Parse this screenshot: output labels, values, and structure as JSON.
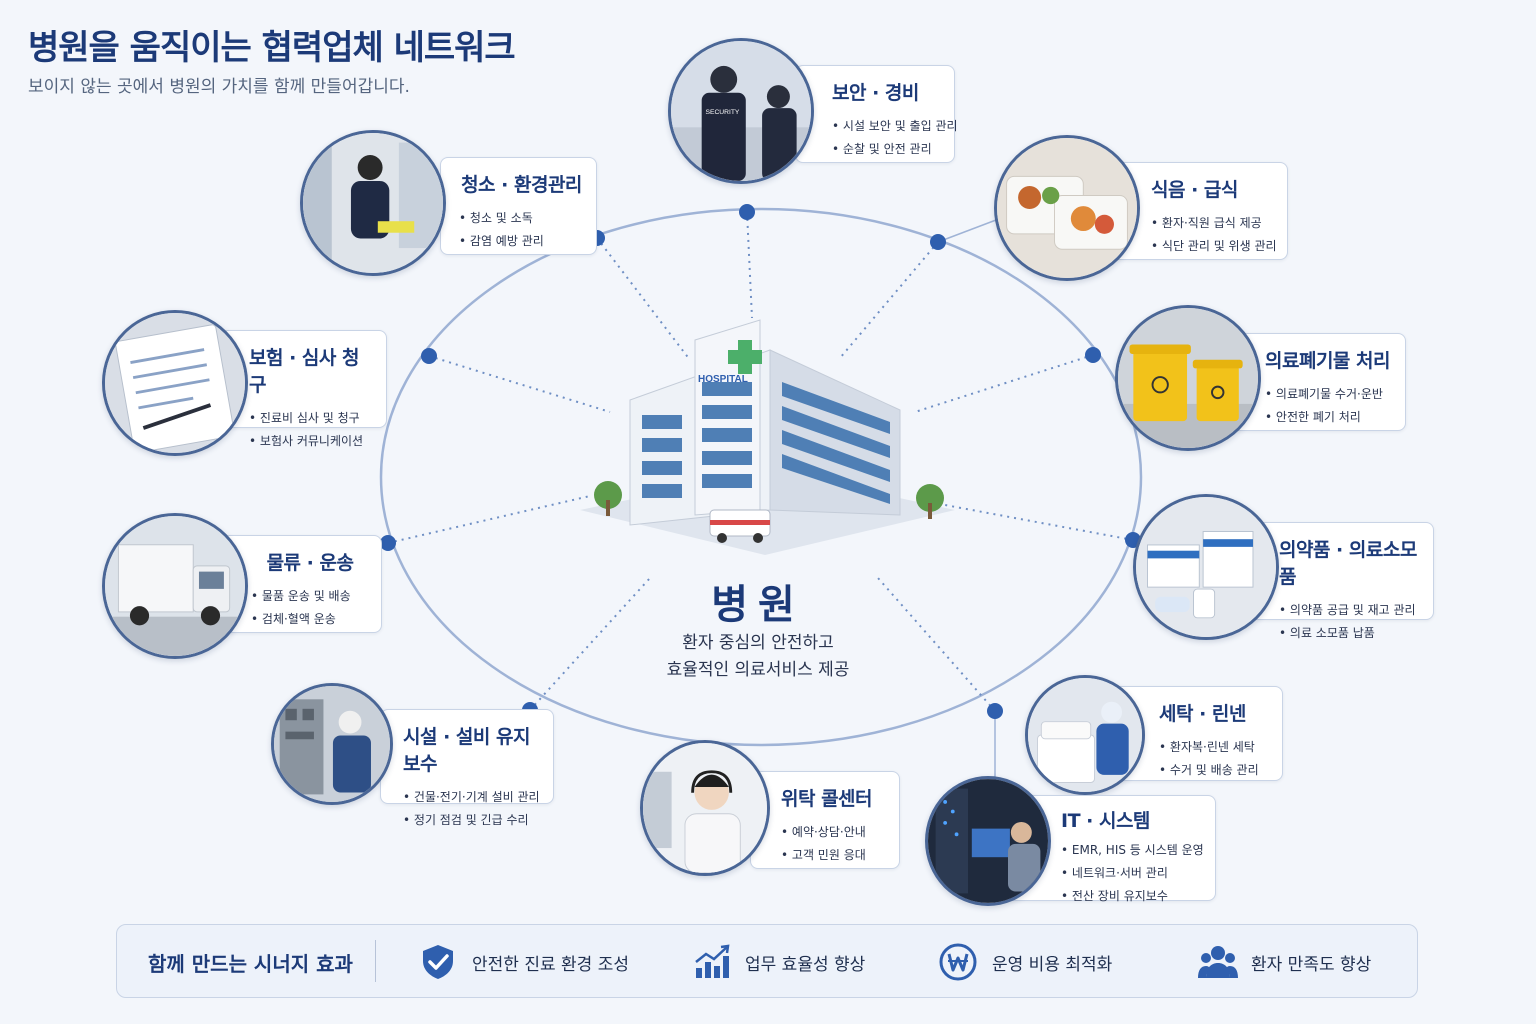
{
  "title": "병원을 움직이는 협력업체 네트워크",
  "subtitle": "보이지 않는 곳에서 병원의 가치를 함께 만들어갑니다.",
  "center": {
    "title": "병원",
    "description_line1": "환자 중심의 안전하고",
    "description_line2": "효율적인 의료서비스 제공",
    "building_sign": "HOSPITAL"
  },
  "partners": {
    "security": {
      "title": "보안 · 경비",
      "items": [
        "시설 보안 및 출입 관리",
        "순찰 및 안전 관리"
      ],
      "photo_text": "SECURITY"
    },
    "cleaning": {
      "title": "청소 · 환경관리",
      "items": [
        "청소 및 소독",
        "감염 예방 관리"
      ]
    },
    "food": {
      "title": "식음 · 급식",
      "items": [
        "환자·직원 급식 제공",
        "식단 관리 및 위생 관리"
      ]
    },
    "insurance": {
      "title": "보험 · 심사 청구",
      "items": [
        "진료비 심사 및 청구",
        "보험사 커뮤니케이션"
      ]
    },
    "waste": {
      "title": "의료폐기물 처리",
      "items": [
        "의료폐기물 수거·운반",
        "안전한 폐기 처리"
      ]
    },
    "logistics": {
      "title": "물류 · 운송",
      "items": [
        "물품 운송 및 배송",
        "검체·혈액 운송"
      ]
    },
    "pharma": {
      "title": "의약품 · 의료소모품",
      "items": [
        "의약품 공급 및 재고 관리",
        "의료 소모품 납품"
      ]
    },
    "facility": {
      "title": "시설 · 설비 유지보수",
      "items": [
        "건물·전기·기계 설비 관리",
        "정기 점검 및 긴급 수리"
      ]
    },
    "laundry": {
      "title": "세탁 · 린넨",
      "items": [
        "환자복·린넨 세탁",
        "수거 및 배송 관리"
      ]
    },
    "callcenter": {
      "title": "위탁 콜센터",
      "items": [
        "예약·상담·안내",
        "고객 민원 응대"
      ]
    },
    "it": {
      "title": "IT · 시스템",
      "items": [
        "EMR, HIS 등 시스템 운영",
        "네트워크·서버 관리",
        "전산 장비 유지보수"
      ]
    }
  },
  "synergy": {
    "label": "함께 만드는 시너지 효과",
    "benefits": [
      {
        "text": "안전한 진료 환경 조성",
        "icon": "shield-check-icon"
      },
      {
        "text": "업무 효율성 향상",
        "icon": "growth-chart-icon"
      },
      {
        "text": "운영 비용 최적화",
        "icon": "won-coin-icon"
      },
      {
        "text": "환자 만족도 향상",
        "icon": "people-icon"
      }
    ]
  },
  "colors": {
    "primary": "#1c3a78",
    "accent": "#2f5fae",
    "line": "#9fb3d6",
    "background": "#f3f6fb"
  }
}
